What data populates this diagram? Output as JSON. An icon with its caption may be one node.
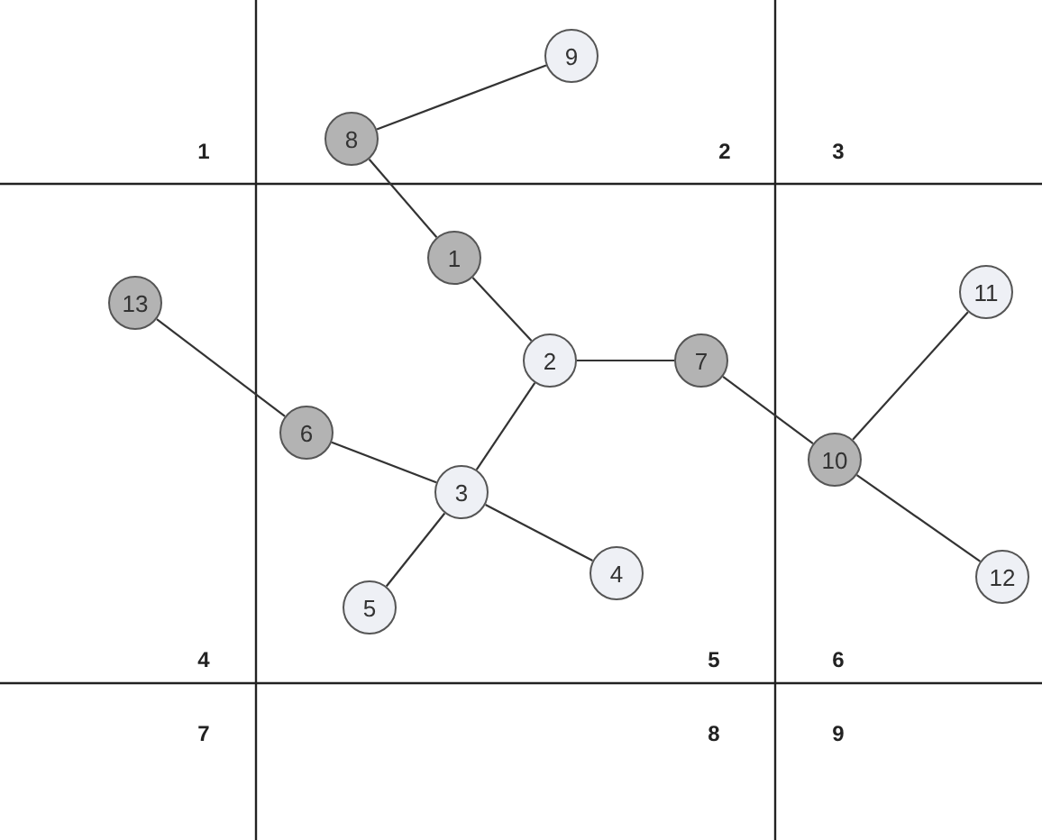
{
  "diagram": {
    "nodes": [
      {
        "text": [
          "9"
        ]
      },
      {
        "text": [
          "8"
        ]
      },
      {
        "text": [
          "1"
        ]
      },
      {
        "text": [
          "13"
        ]
      },
      {
        "text": [
          "11"
        ]
      },
      {
        "text": [
          "2"
        ]
      },
      {
        "text": [
          "7"
        ]
      },
      {
        "text": [
          "6"
        ]
      },
      {
        "text": [
          "10"
        ]
      },
      {
        "text": [
          "3"
        ]
      },
      {
        "text": [
          "4"
        ]
      },
      {
        "text": [
          "5"
        ]
      },
      {
        "text": [
          "12"
        ]
      }
    ],
    "edges": [
      {
        "from": 1,
        "to": 0,
        "arrow": "none"
      },
      {
        "from": 1,
        "to": 2,
        "arrow": "none"
      },
      {
        "from": 2,
        "to": 5,
        "arrow": "none"
      },
      {
        "from": 5,
        "to": 6,
        "arrow": "none"
      },
      {
        "from": 6,
        "to": 8,
        "arrow": "none"
      },
      {
        "from": 8,
        "to": 4,
        "arrow": "none"
      },
      {
        "from": 8,
        "to": 12,
        "arrow": "none"
      },
      {
        "from": 5,
        "to": 9,
        "arrow": "none"
      },
      {
        "from": 9,
        "to": 7,
        "arrow": "none"
      },
      {
        "from": 7,
        "to": 3,
        "arrow": "none"
      },
      {
        "from": 9,
        "to": 11,
        "arrow": "none"
      },
      {
        "from": 9,
        "to": 10,
        "arrow": "none"
      }
    ],
    "labels": [
      "1",
      "2",
      "3",
      "4",
      "5",
      "6",
      "7",
      "8",
      "9"
    ]
  }
}
